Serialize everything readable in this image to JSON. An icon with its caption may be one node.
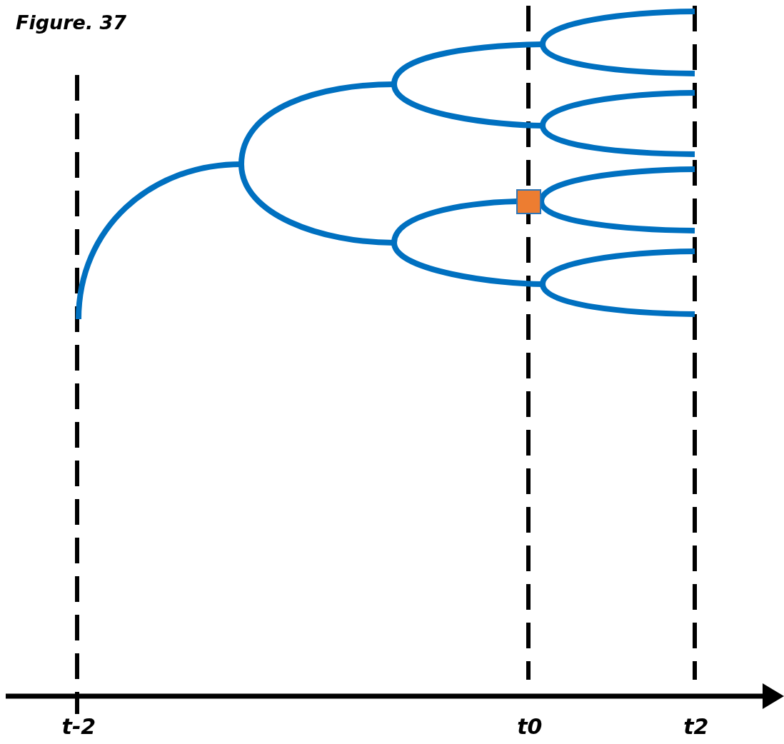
{
  "diagram": {
    "title": "Figure. 37",
    "nodes": [
      {
        "text": [],
        "shape": "box"
      }
    ],
    "labels": [
      "t-2",
      "t0",
      "t2"
    ]
  }
}
